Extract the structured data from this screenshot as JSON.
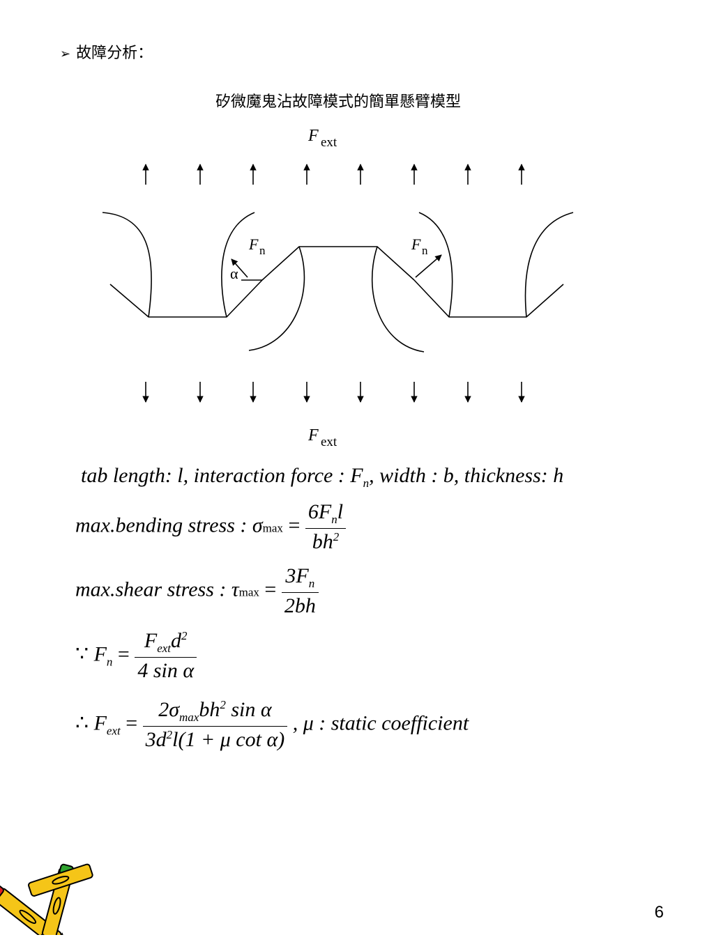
{
  "heading": {
    "bullet": "➢",
    "text": "故障分析："
  },
  "caption": "矽微魔鬼沾故障模式的簡單懸臂模型",
  "figure": {
    "fext_top": {
      "sym": "F",
      "sub": "ext"
    },
    "fext_bottom": {
      "sym": "F",
      "sub": "ext"
    },
    "fn_left": {
      "sym": "F",
      "sub": "n"
    },
    "fn_right": {
      "sym": "F",
      "sub": "n"
    },
    "alpha": "α",
    "arrow_count_top": 8,
    "arrow_count_bottom": 8
  },
  "equations": {
    "line1": {
      "t1": "tab length: l,  interaction force : F",
      "t1_sub": "n",
      "t2": ", width : b, thickness: h"
    },
    "bending": {
      "label": "max.bending stress :",
      "sym": "σ",
      "sub": "max",
      "eq": "=",
      "num_a": "6F",
      "num_sub": "n",
      "num_b": "l",
      "den": "bh",
      "den_sup": "2"
    },
    "shear": {
      "label": "max.shear stress :",
      "sym": "τ",
      "sub": "max",
      "eq": "=",
      "num": "3F",
      "num_sub": "n",
      "den": "2bh"
    },
    "because": {
      "mark": "∵",
      "lhs": "F",
      "lhs_sub": "n",
      "eq": "=",
      "num_a": "F",
      "num_sub": "ext",
      "num_b": "d",
      "num_sup": "2",
      "den": "4 sin α"
    },
    "therefore": {
      "mark": "∴",
      "lhs": "F",
      "lhs_sub": "ext",
      "eq": "=",
      "num_a": "2σ",
      "num_sub": "max",
      "num_b": "bh",
      "num_sup": "2",
      "num_c": " sin α",
      "den_a": "3d",
      "den_sup": "2",
      "den_b": "l(1 + μ cot α)",
      "tail": ",   μ : static coefficient"
    }
  },
  "page_number": "6"
}
